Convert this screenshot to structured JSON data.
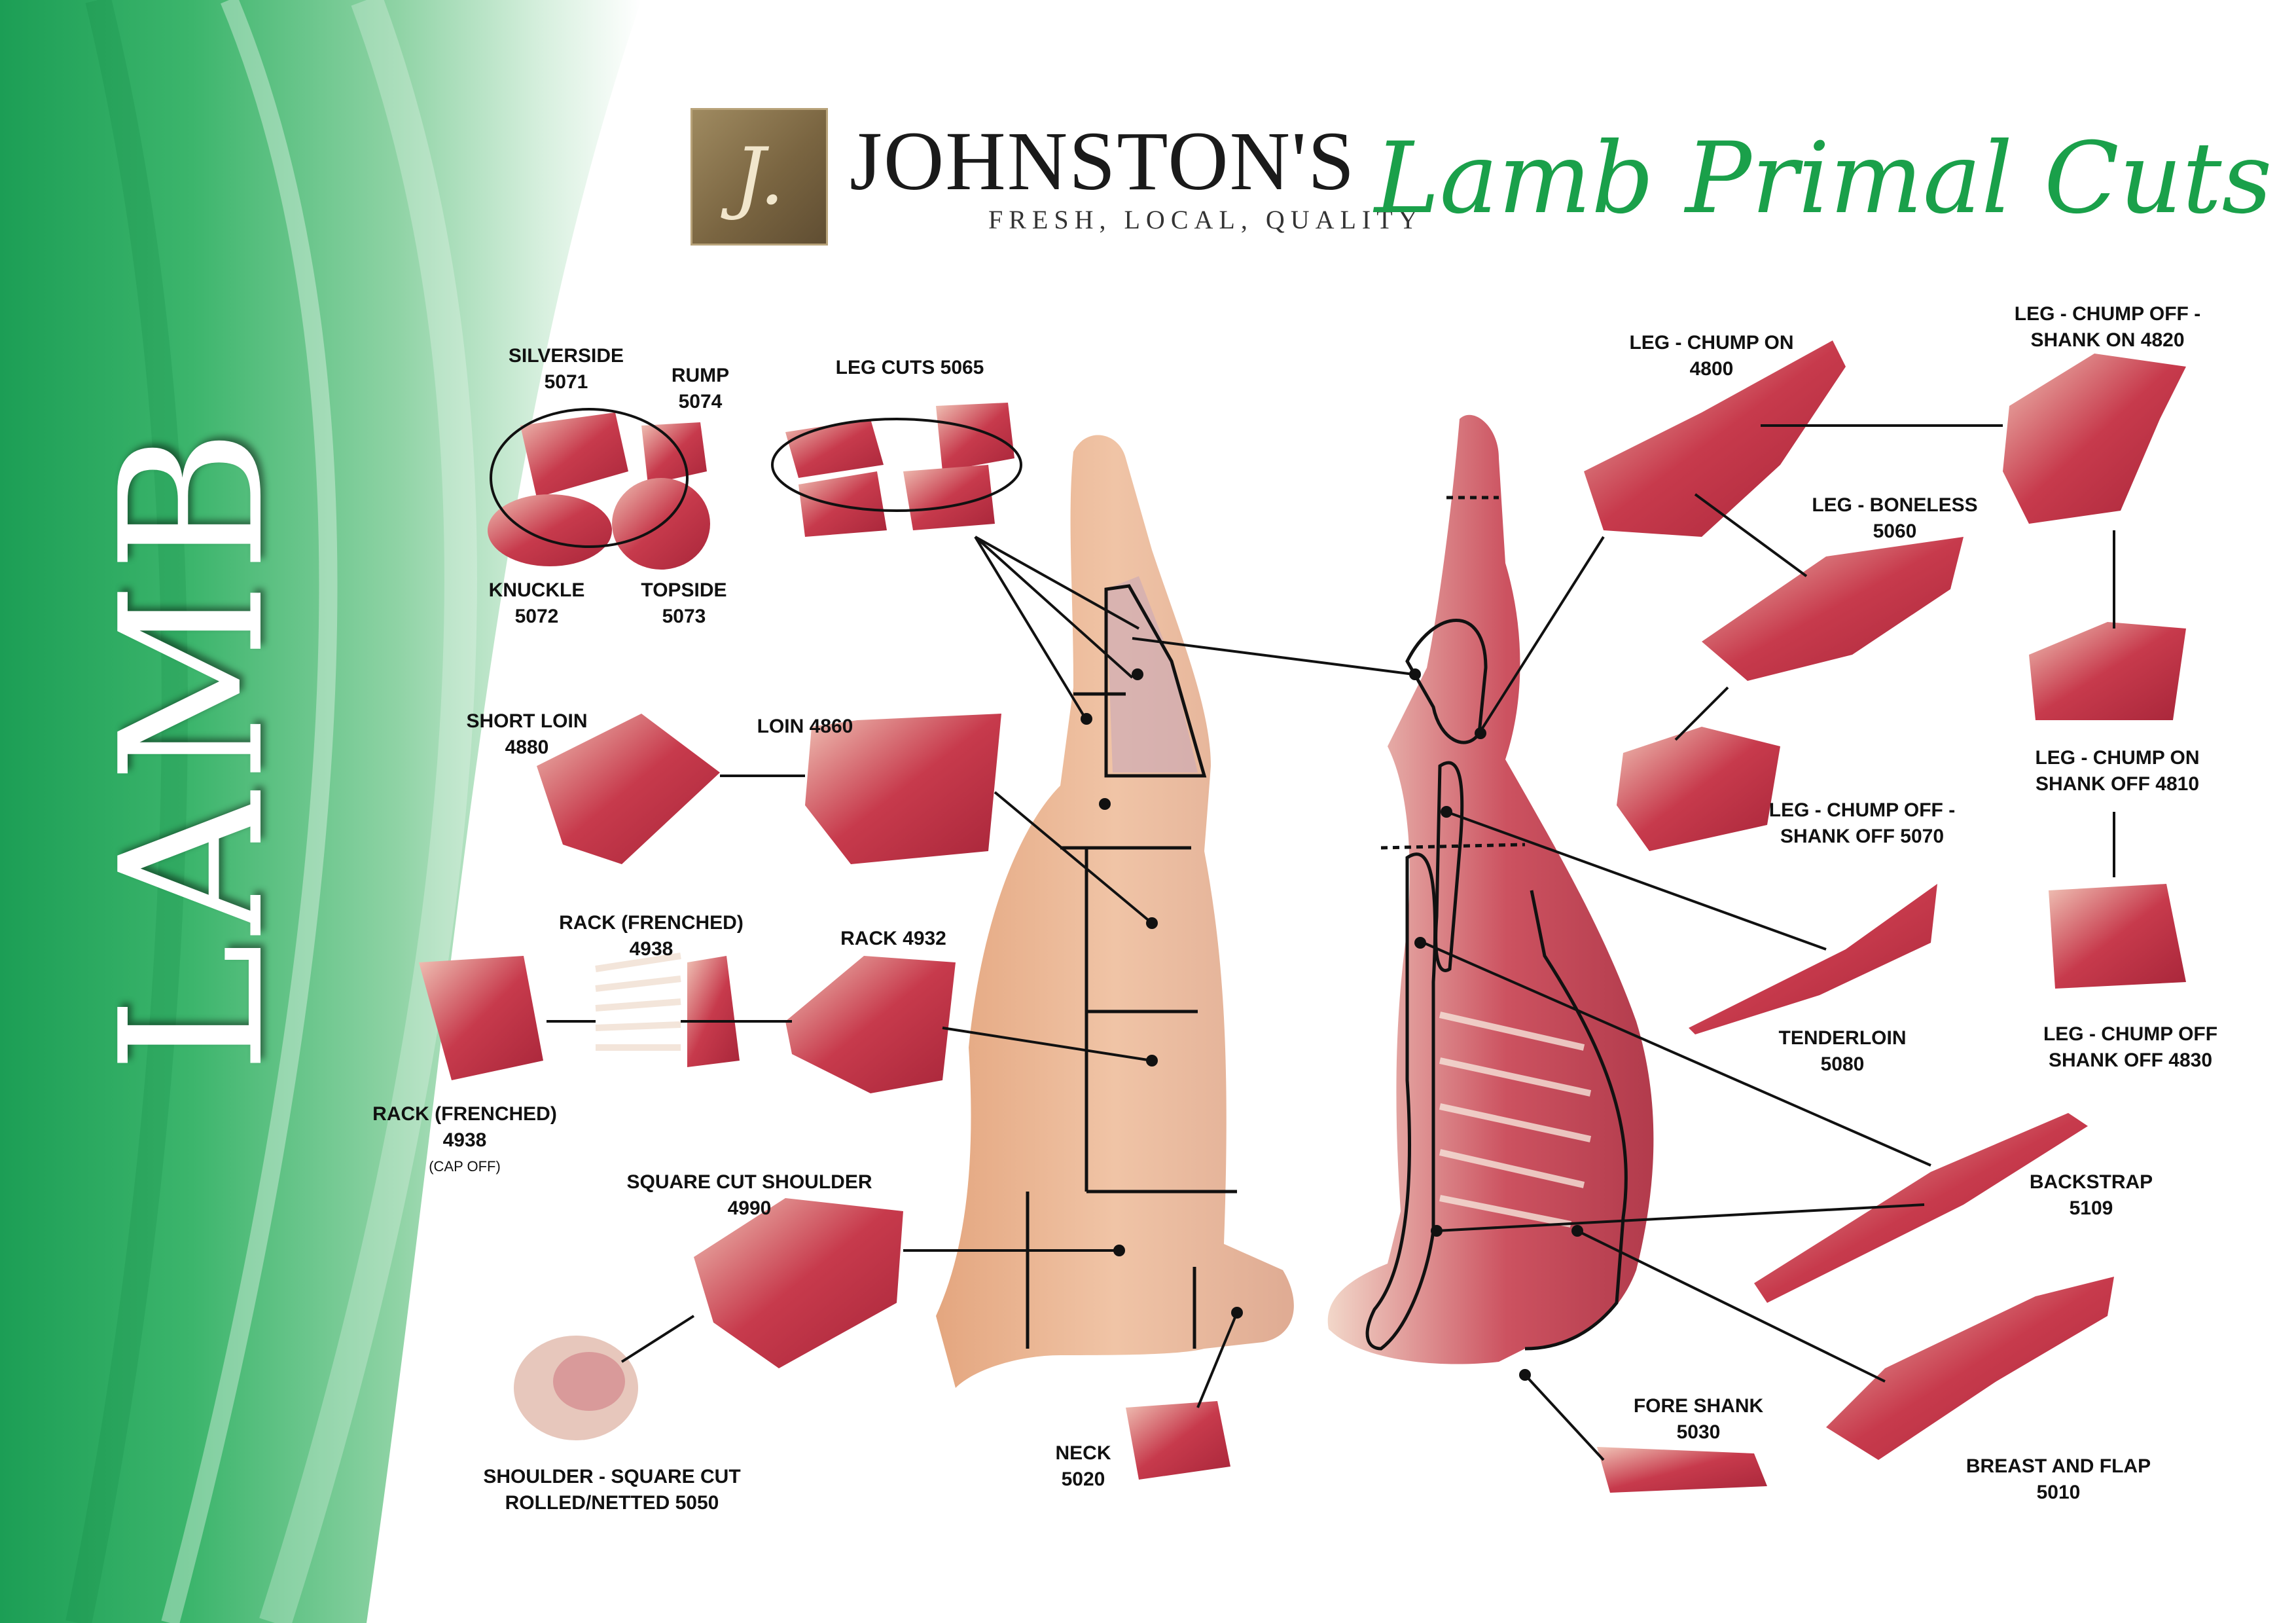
{
  "sidebar": {
    "word": "LAMB",
    "color_light": "#e8f6ec",
    "color_dark": "#1fa55a"
  },
  "brand": {
    "monogram": "J.",
    "name": "JOHNSTON'S",
    "tagline": "FRESH, LOCAL, QUALITY"
  },
  "title": "Lamb Primal Cuts",
  "colors": {
    "meat": "#c8374b",
    "fat": "#efd3c6",
    "carcass": "#e8b394",
    "line": "#111111",
    "title": "#1aa04a"
  },
  "cuts": [
    {
      "id": "silverside",
      "lines": [
        "SILVERSIDE",
        "5071"
      ]
    },
    {
      "id": "rump",
      "lines": [
        "RUMP",
        "5074"
      ]
    },
    {
      "id": "knuckle",
      "lines": [
        "KNUCKLE",
        "5072"
      ]
    },
    {
      "id": "topside",
      "lines": [
        "TOPSIDE",
        "5073"
      ]
    },
    {
      "id": "leg-cuts",
      "lines": [
        "LEG CUTS 5065"
      ]
    },
    {
      "id": "short-loin",
      "lines": [
        "SHORT LOIN",
        "4880"
      ]
    },
    {
      "id": "loin",
      "lines": [
        "LOIN 4860"
      ]
    },
    {
      "id": "rack-frenched",
      "lines": [
        "RACK (FRENCHED)",
        "4938"
      ]
    },
    {
      "id": "rack",
      "lines": [
        "RACK 4932"
      ]
    },
    {
      "id": "rack-frenched-cap-off",
      "lines": [
        "RACK (FRENCHED)",
        "4938"
      ],
      "note": "(CAP OFF)"
    },
    {
      "id": "square-cut-shoulder",
      "lines": [
        "SQUARE CUT SHOULDER",
        "4990"
      ]
    },
    {
      "id": "shoulder-rolled",
      "lines": [
        "SHOULDER - SQUARE CUT",
        "ROLLED/NETTED 5050"
      ]
    },
    {
      "id": "neck",
      "lines": [
        "NECK",
        "5020"
      ]
    },
    {
      "id": "leg-chump-on",
      "lines": [
        "LEG - CHUMP ON",
        "4800"
      ]
    },
    {
      "id": "leg-chump-off-shank-on",
      "lines": [
        "LEG - CHUMP OFF -",
        "SHANK ON 4820"
      ]
    },
    {
      "id": "leg-boneless",
      "lines": [
        "LEG - BONELESS",
        "5060"
      ]
    },
    {
      "id": "leg-chump-on-shank-off",
      "lines": [
        "LEG - CHUMP ON",
        "SHANK OFF 4810"
      ]
    },
    {
      "id": "leg-chump-off-shank-off-5070",
      "lines": [
        "LEG - CHUMP OFF -",
        "SHANK OFF 5070"
      ]
    },
    {
      "id": "tenderloin",
      "lines": [
        "TENDERLOIN",
        "5080"
      ]
    },
    {
      "id": "leg-chump-off-shank-off-4830",
      "lines": [
        "LEG - CHUMP OFF",
        "SHANK OFF 4830"
      ]
    },
    {
      "id": "backstrap",
      "lines": [
        "BACKSTRAP",
        "5109"
      ]
    },
    {
      "id": "fore-shank",
      "lines": [
        "FORE SHANK",
        "5030"
      ]
    },
    {
      "id": "breast-and-flap",
      "lines": [
        "BREAST AND FLAP",
        "5010"
      ]
    }
  ]
}
